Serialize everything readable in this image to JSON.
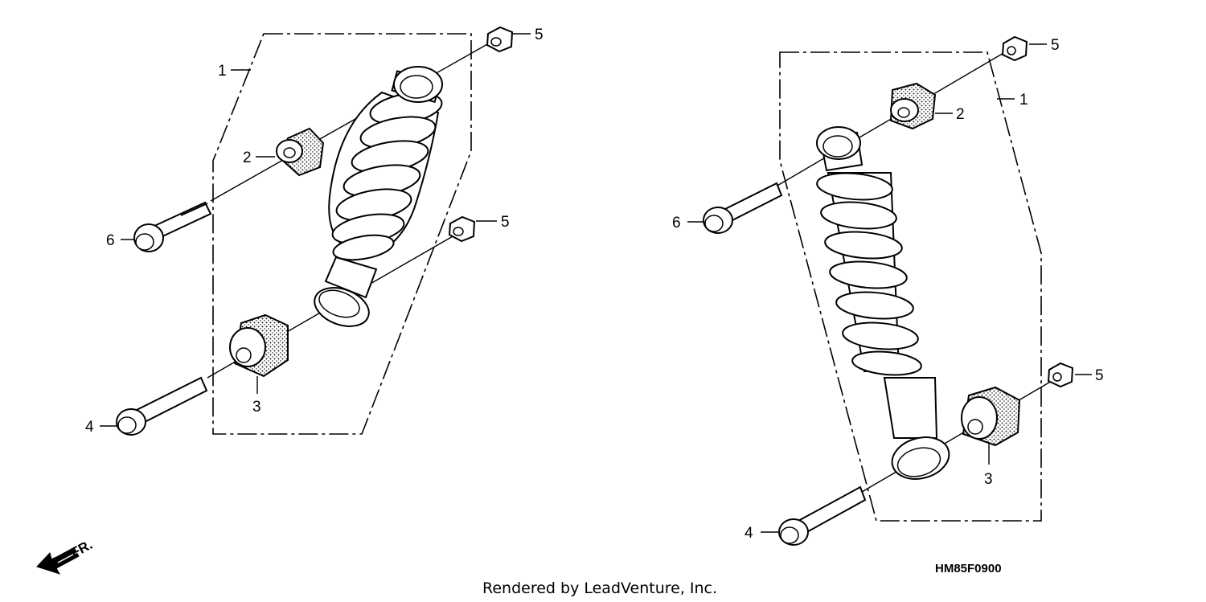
{
  "diagram": {
    "callouts": {
      "shock_absorber": "1",
      "bushing_upper": "2",
      "bushing_lower": "3",
      "bolt_lower": "4",
      "nut": "5",
      "bolt_upper": "6"
    },
    "direction_label": "FR.",
    "drawing_code": "HM85F0900",
    "credit": "Rendered by LeadVenture, Inc."
  }
}
